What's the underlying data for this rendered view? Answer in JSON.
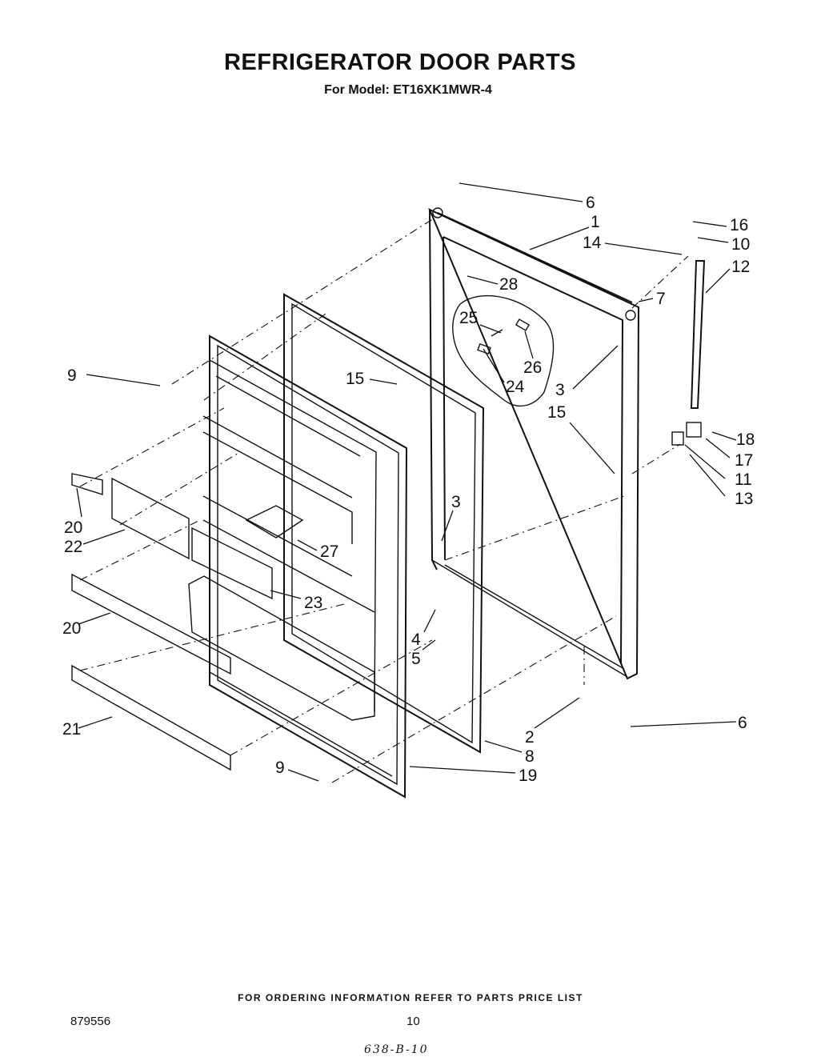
{
  "header": {
    "title": "REFRIGERATOR DOOR PARTS",
    "model_line": "For Model: ET16XK1MWR-4"
  },
  "footer": {
    "ordering_note": "FOR ORDERING INFORMATION REFER TO PARTS PRICE LIST",
    "document_number": "879556",
    "page_number": "10",
    "handwritten_code": "638-B-10"
  },
  "callouts": [
    "6",
    "1",
    "16",
    "10",
    "14",
    "12",
    "28",
    "7",
    "25",
    "26",
    "24",
    "3",
    "15",
    "9",
    "15",
    "18",
    "17",
    "11",
    "13",
    "20",
    "22",
    "3",
    "27",
    "23",
    "20",
    "4",
    "5",
    "21",
    "2",
    "6",
    "8",
    "9",
    "19"
  ]
}
